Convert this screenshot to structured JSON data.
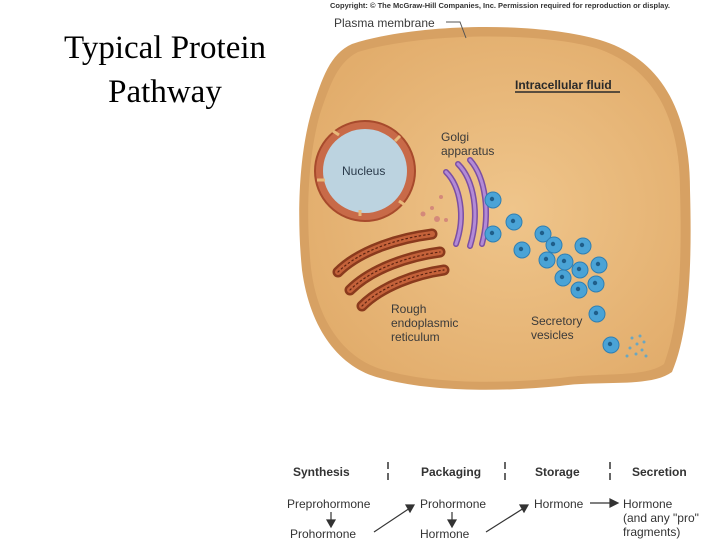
{
  "slide": {
    "title_line1": "Typical Protein",
    "title_line2": "Pathway"
  },
  "copyright": "Copyright: © The McGraw-Hill Companies, Inc. Permission required for reproduction or display.",
  "cell_labels": {
    "plasma_membrane": "Plasma membrane",
    "intracellular_fluid": "Intracellular fluid",
    "golgi_line1": "Golgi",
    "golgi_line2": "apparatus",
    "nucleus": "Nucleus",
    "rer_line1": "Rough",
    "rer_line2": "endoplasmic",
    "rer_line3": "reticulum",
    "vesicles_line1": "Secretory",
    "vesicles_line2": "vesicles"
  },
  "pathway": {
    "stages": [
      "Synthesis",
      "Packaging",
      "Storage",
      "Secretion"
    ],
    "synthesis_top": "Preprohormone",
    "synthesis_bottom": "Prohormone",
    "packaging_top": "Prohormone",
    "packaging_bottom": "Hormone",
    "storage": "Hormone",
    "secretion_line1": "Hormone",
    "secretion_line2": "(and any \"pro\"",
    "secretion_line3": "fragments)"
  },
  "colors": {
    "cytoplasm": "#e8b97a",
    "membrane": "#d9a565",
    "nucleus": "#bcd3e0",
    "nuclear_envelope": "#c0603f",
    "golgi": "#9b6fc0",
    "rer": "#b5522d",
    "vesicle": "#4aa3d6"
  }
}
